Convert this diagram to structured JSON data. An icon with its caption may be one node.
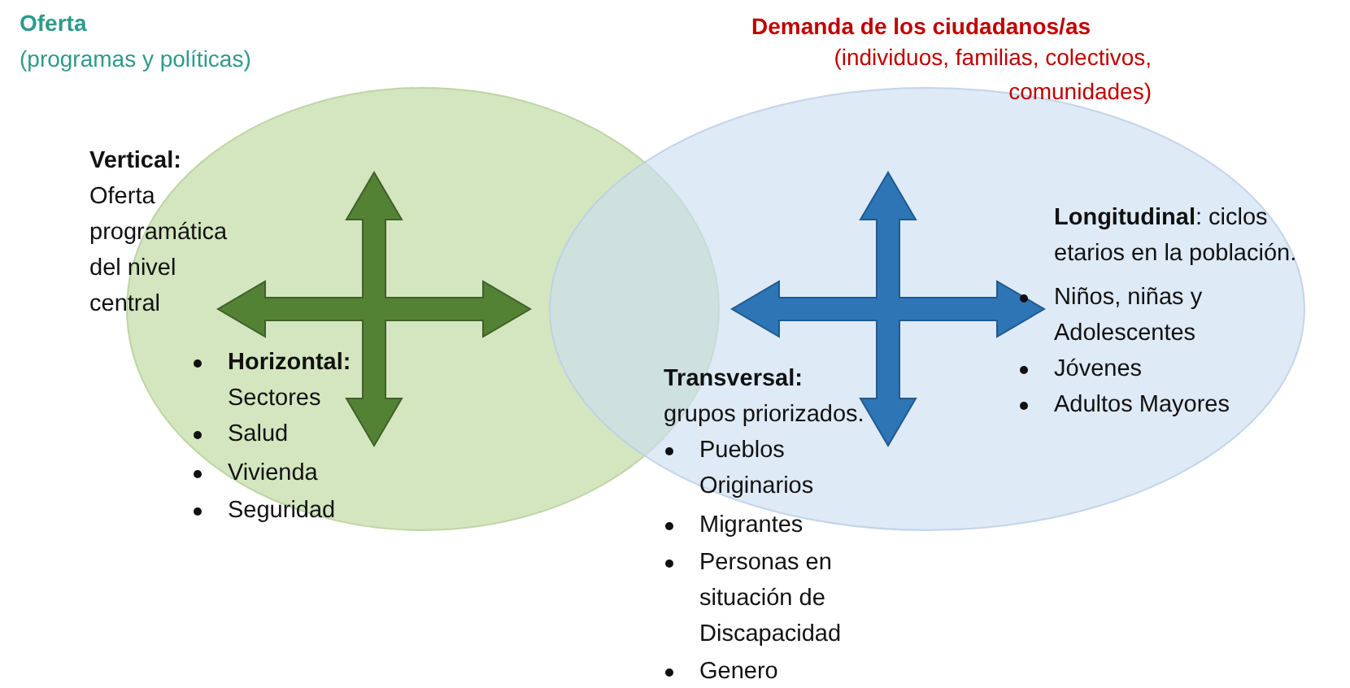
{
  "diagram": {
    "nodes": [
      {
        "text": [
          "Oferta",
          "(programas y políticas)",
          "**Vertical:** Oferta programática del nivel central",
          "**Horizontal:** Sectores",
          "Salud",
          "Vivienda",
          "Seguridad"
        ]
      },
      {
        "text": [
          "Demanda de los ciudadanos/as",
          "(individuos, familias, colectivos, comunidades)",
          "**Longitudinal**: ciclos etarios en la población.",
          "Niños, niñas y Adolescentes",
          "Jóvenes",
          "Adultos Mayores"
        ]
      }
    ],
    "edges": [],
    "labels": [
      "**Transversal:** grupos priorizados.",
      "Pueblos Originarios",
      "Migrantes",
      "Personas en situación de Discapacidad",
      "Genero"
    ]
  }
}
